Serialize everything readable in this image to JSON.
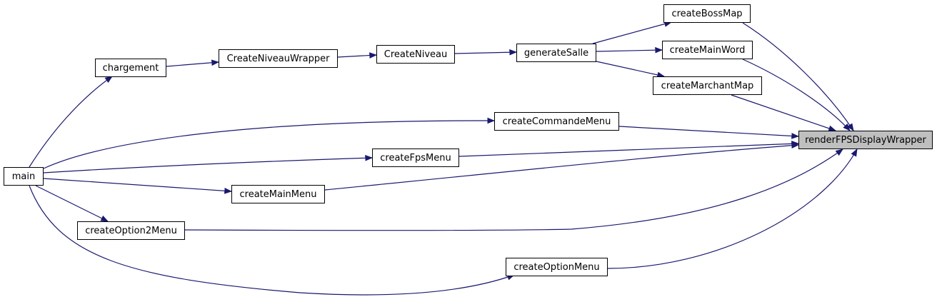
{
  "colors": {
    "edge": "#191970",
    "root_fill": "#bfbfbf",
    "node_fill": "#ffffff",
    "node_border": "#000000"
  },
  "nodes": {
    "renderFPSDisplayWrapper": "renderFPSDisplayWrapper",
    "main": "main",
    "chargement": "chargement",
    "CreateNiveauWrapper": "CreateNiveauWrapper",
    "CreateNiveau": "CreateNiveau",
    "generateSalle": "generateSalle",
    "createBossMap": "createBossMap",
    "createMainWord": "createMainWord",
    "createMarchantMap": "createMarchantMap",
    "createCommandeMenu": "createCommandeMenu",
    "createFpsMenu": "createFpsMenu",
    "createMainMenu": "createMainMenu",
    "createOption2Menu": "createOption2Menu",
    "createOptionMenu": "createOptionMenu"
  },
  "edges": [
    {
      "from": "main",
      "to": "chargement"
    },
    {
      "from": "chargement",
      "to": "CreateNiveauWrapper"
    },
    {
      "from": "CreateNiveauWrapper",
      "to": "CreateNiveau"
    },
    {
      "from": "CreateNiveau",
      "to": "generateSalle"
    },
    {
      "from": "generateSalle",
      "to": "createBossMap"
    },
    {
      "from": "generateSalle",
      "to": "createMainWord"
    },
    {
      "from": "generateSalle",
      "to": "createMarchantMap"
    },
    {
      "from": "createBossMap",
      "to": "renderFPSDisplayWrapper"
    },
    {
      "from": "createMainWord",
      "to": "renderFPSDisplayWrapper"
    },
    {
      "from": "createMarchantMap",
      "to": "renderFPSDisplayWrapper"
    },
    {
      "from": "main",
      "to": "createCommandeMenu"
    },
    {
      "from": "createCommandeMenu",
      "to": "renderFPSDisplayWrapper"
    },
    {
      "from": "main",
      "to": "createFpsMenu"
    },
    {
      "from": "createFpsMenu",
      "to": "renderFPSDisplayWrapper"
    },
    {
      "from": "main",
      "to": "createMainMenu"
    },
    {
      "from": "createMainMenu",
      "to": "renderFPSDisplayWrapper"
    },
    {
      "from": "main",
      "to": "createOption2Menu"
    },
    {
      "from": "createOption2Menu",
      "to": "renderFPSDisplayWrapper"
    },
    {
      "from": "main",
      "to": "createOptionMenu"
    },
    {
      "from": "createOptionMenu",
      "to": "renderFPSDisplayWrapper"
    }
  ]
}
